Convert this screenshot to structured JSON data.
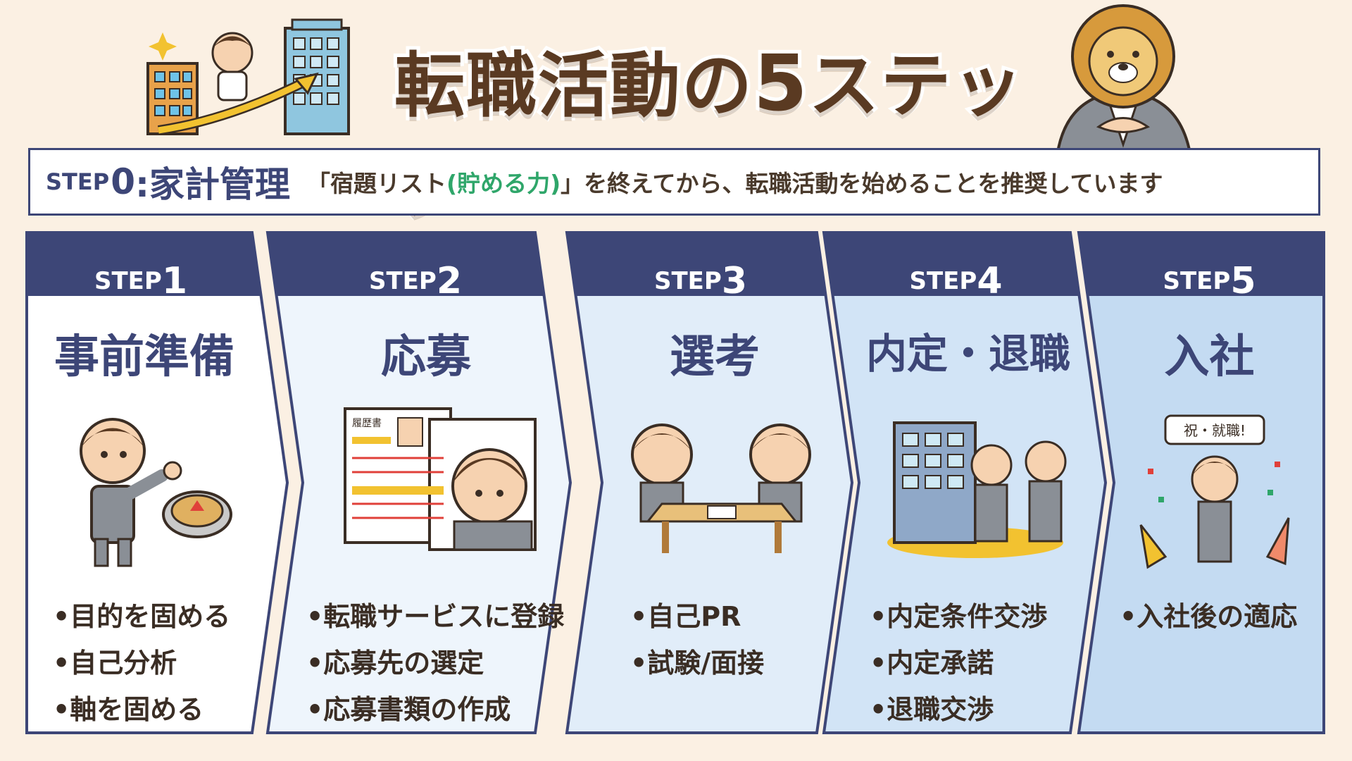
{
  "title": {
    "main": "転職活動の",
    "number": "5",
    "suffix": "ステップ"
  },
  "step0": {
    "label_small": "STEP",
    "label_num": "0",
    "label_title": ":家計管理",
    "desc_pre": "「宿題リスト",
    "desc_highlight": "(貯める力)",
    "desc_post": "」を終えてから、転職活動を始めることを推奨しています"
  },
  "steps": [
    {
      "label": "STEP",
      "num": "1",
      "name": "事前準備",
      "items": [
        "•目的を固める",
        "•自己分析",
        "•軸を固める"
      ]
    },
    {
      "label": "STEP",
      "num": "2",
      "name": "応募",
      "items": [
        "•転職サービスに登録",
        "•応募先の選定",
        "•応募書類の作成"
      ]
    },
    {
      "label": "STEP",
      "num": "3",
      "name": "選考",
      "items": [
        "•自己PR",
        "•試験/面接"
      ]
    },
    {
      "label": "STEP",
      "num": "4",
      "name": "内定・退職",
      "items": [
        "•内定条件交渉",
        "•内定承諾",
        "•退職交渉"
      ]
    },
    {
      "label": "STEP",
      "num": "5",
      "name": "入社",
      "items": [
        "•入社後の適応"
      ]
    }
  ],
  "illustrations": {
    "resume_label": "履歴書",
    "banner_text": "祝・就職!"
  },
  "colors": {
    "navy": "#3d4677",
    "brown": "#5a3a22",
    "green": "#2fa66a",
    "background": "#fbf0e3"
  }
}
